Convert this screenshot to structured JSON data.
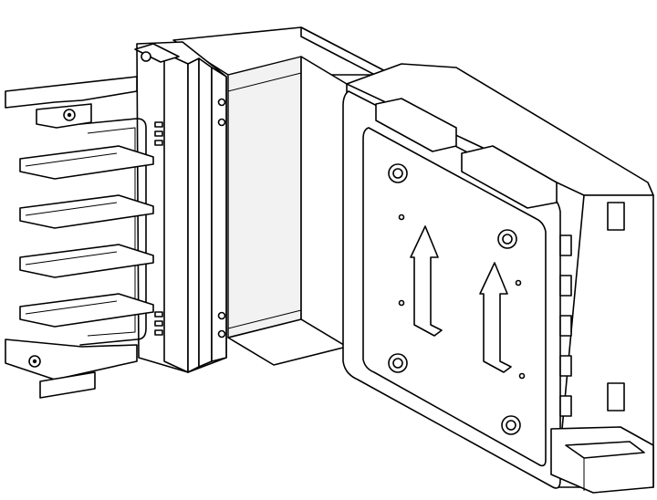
{
  "drawing": {
    "subject": "busbar-elbow-section",
    "line_color": "#000000",
    "background": "#ffffff",
    "views": [
      "left-connector-block",
      "elbow-casing",
      "right-connector-block"
    ]
  }
}
